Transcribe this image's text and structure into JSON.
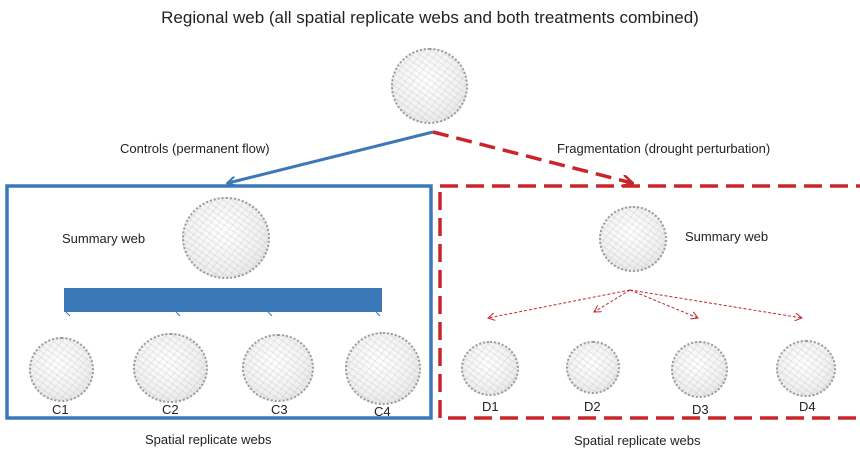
{
  "title": "Regional web (all spatial replicate webs and both treatments combined)",
  "branches": {
    "controls_label": "Controls (permanent flow)",
    "fragmentation_label": "Fragmentation (drought perturbation)"
  },
  "controls": {
    "summary_label": "Summary web",
    "replicates": [
      "C1",
      "C2",
      "C3",
      "C4"
    ],
    "footer": "Spatial replicate webs"
  },
  "fragmentation": {
    "summary_label": "Summary web",
    "replicates": [
      "D1",
      "D2",
      "D3",
      "D4"
    ],
    "footer": "Spatial replicate webs"
  },
  "colors": {
    "controls": "#3b78b8",
    "fragmentation": "#c8262a"
  }
}
